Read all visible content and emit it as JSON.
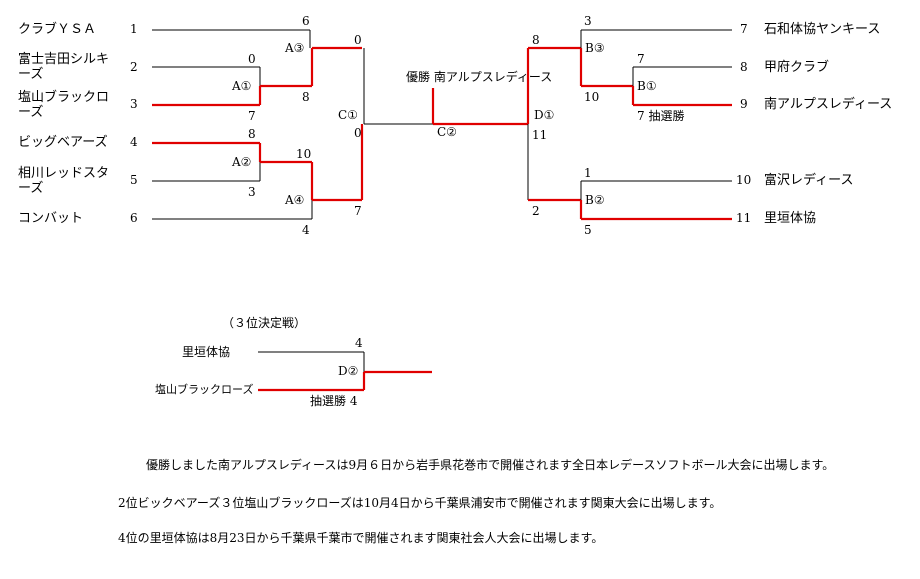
{
  "left_teams": [
    {
      "seed": "1",
      "name": "クラブＹＳＡ"
    },
    {
      "seed": "2",
      "name": "富士吉田シルキーズ"
    },
    {
      "seed": "3",
      "name": "塩山ブラックローズ"
    },
    {
      "seed": "4",
      "name": "ビッグベアーズ"
    },
    {
      "seed": "5",
      "name": "相川レッドスターズ"
    },
    {
      "seed": "6",
      "name": "コンバット"
    }
  ],
  "right_teams": [
    {
      "seed": "7",
      "name": "石和体協ヤンキース"
    },
    {
      "seed": "8",
      "name": "甲府クラブ"
    },
    {
      "seed": "9",
      "name": "南アルプスレディース"
    },
    {
      "seed": "10",
      "name": "富沢レディース"
    },
    {
      "seed": "11",
      "name": "里垣体協"
    }
  ],
  "matches": {
    "a1": "A①",
    "a2": "A②",
    "a3": "A③",
    "a4": "A④",
    "b1": "B①",
    "b2": "B②",
    "b3": "B③",
    "c1": "C①",
    "c2": "C②",
    "d1": "D①",
    "d2": "D②"
  },
  "scores": {
    "a1_top": "0",
    "a1_bot": "7",
    "a2_top": "8",
    "a2_bot": "3",
    "a3_top": "6",
    "a3_bot": "8",
    "a4_top": "10",
    "a4_bot": "4",
    "c1_top": "0",
    "c1_bot": "7",
    "c1_mid": "0",
    "b1_top": "7",
    "b1_bot": "7 抽選勝",
    "b3_top": "3",
    "b3_bot": "10",
    "b2_top": "1",
    "b2_bot": "5",
    "d1_top": "8",
    "d1_mid": "11",
    "d1_bot": "2"
  },
  "champion": "優勝 南アルプスレディース",
  "third_place": {
    "title": "（３位決定戦）",
    "team_top": "里垣体協",
    "team_bot": "塩山ブラックローズ",
    "score_top": "4",
    "score_bot": "抽選勝 4"
  },
  "notes": [
    "優勝しました南アルプスレディースは9月６日から岩手県花巻市で開催されます全日本レデースソフトボール大会に出場します。",
    "2位ビックベアーズ３位塩山ブラックローズは10月4日から千葉県浦安市で開催されます関東大会に出場します。",
    "4位の里垣体協は8月23日から千葉県千葉市で開催されます関東社会人大会に出場します。"
  ],
  "colors": {
    "winner_line": "#e00000",
    "line": "#000000"
  }
}
